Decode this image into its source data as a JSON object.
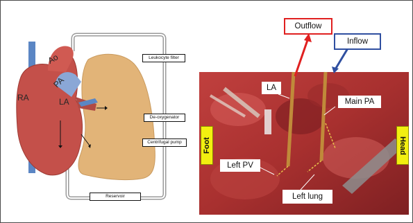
{
  "schematic": {
    "labels": {
      "ra": "RA",
      "ao": "Ao",
      "pa": "PA",
      "la": "LA"
    },
    "circuit_boxes": {
      "leukocyte_filter": "Leukocyte filter",
      "deoxygenator": "De-oxygenator",
      "centrifugal_pump": "Centrifugal pump",
      "reservoir": "Reservoir"
    },
    "colors": {
      "heart": "#c4504a",
      "lung": "#e2b478",
      "vessel_blue": "#5b86c4"
    }
  },
  "photo": {
    "callouts": {
      "outflow": "Outflow",
      "inflow": "Inflow",
      "la": "LA",
      "main_pa": "Main PA",
      "left_pv": "Left PV",
      "left_lung": "Left lung"
    },
    "side_tags": {
      "foot": "Foot",
      "head": "Head"
    },
    "colors": {
      "outflow_arrow": "#e02020",
      "inflow_arrow": "#2f4fa0",
      "tag_yellow": "#f2ef10"
    }
  }
}
